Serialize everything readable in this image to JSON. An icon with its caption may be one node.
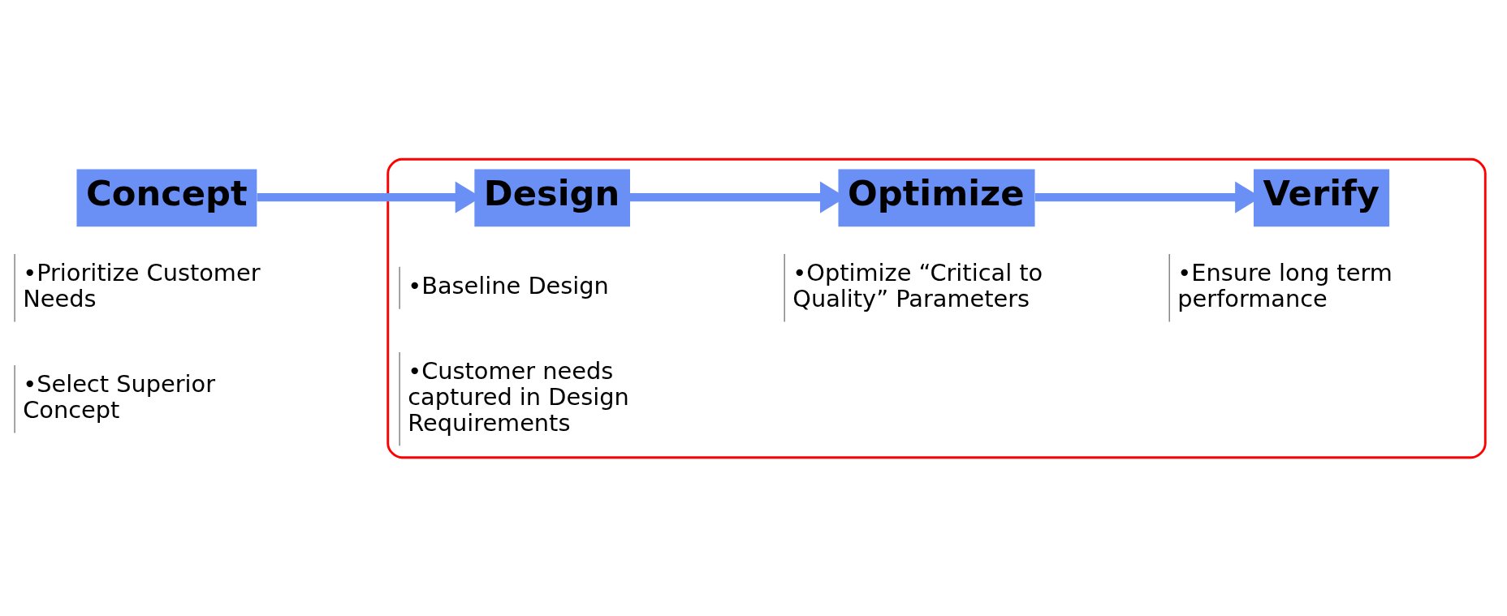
{
  "diagram": {
    "nodes": [
      {
        "text": [
          "Concept"
        ],
        "beside": [
          "•Prioritize Customer Needs",
          "•Select Superior Concept"
        ]
      },
      {
        "text": [],
        "shape": "box"
      },
      {
        "text": [
          "Design"
        ],
        "in": 1,
        "beside": [
          "•Baseline Design",
          "•Customer needs captured in Design Requirements"
        ]
      },
      {
        "text": [
          "Optimize"
        ],
        "in": 1,
        "beside": [
          "•Optimize “Critical to Quality” Parameters"
        ]
      },
      {
        "text": [
          "Verify"
        ],
        "in": 1,
        "beside": [
          "•Ensure long term performance"
        ]
      }
    ],
    "edges": [
      {
        "from": 0,
        "to": 2,
        "arrow": "to"
      },
      {
        "from": 2,
        "to": 3,
        "arrow": "to"
      },
      {
        "from": 3,
        "to": 4,
        "arrow": "to"
      }
    ]
  }
}
